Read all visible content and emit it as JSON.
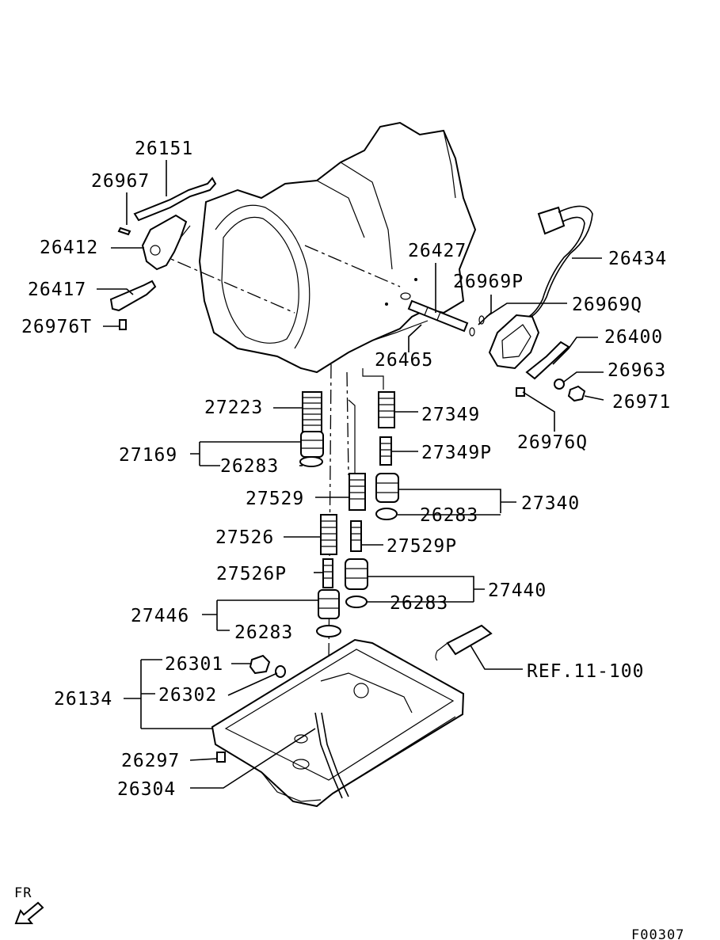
{
  "diagram": {
    "labels": [
      {
        "id": "l26151",
        "text": "26151"
      },
      {
        "id": "l26967",
        "text": "26967"
      },
      {
        "id": "l26412",
        "text": "26412"
      },
      {
        "id": "l26417",
        "text": "26417"
      },
      {
        "id": "l26976T",
        "text": "26976T"
      },
      {
        "id": "l26427",
        "text": "26427"
      },
      {
        "id": "l26434",
        "text": "26434"
      },
      {
        "id": "l26969P",
        "text": "26969P"
      },
      {
        "id": "l26969Q",
        "text": "26969Q"
      },
      {
        "id": "l26400",
        "text": "26400"
      },
      {
        "id": "l26963",
        "text": "26963"
      },
      {
        "id": "l26971",
        "text": "26971"
      },
      {
        "id": "l26976Q",
        "text": "26976Q"
      },
      {
        "id": "l26465",
        "text": "26465"
      },
      {
        "id": "l27223",
        "text": "27223"
      },
      {
        "id": "l27169",
        "text": "27169"
      },
      {
        "id": "l26283a",
        "text": "26283"
      },
      {
        "id": "l27349",
        "text": "27349"
      },
      {
        "id": "l27349P",
        "text": "27349P"
      },
      {
        "id": "l27529",
        "text": "27529"
      },
      {
        "id": "l27340",
        "text": "27340"
      },
      {
        "id": "l26283b",
        "text": "26283"
      },
      {
        "id": "l27526",
        "text": "27526"
      },
      {
        "id": "l27529P",
        "text": "27529P"
      },
      {
        "id": "l27526P",
        "text": "27526P"
      },
      {
        "id": "l27440",
        "text": "27440"
      },
      {
        "id": "l26283c",
        "text": "26283"
      },
      {
        "id": "l27446",
        "text": "27446"
      },
      {
        "id": "l26283d",
        "text": "26283"
      },
      {
        "id": "l26301",
        "text": "26301"
      },
      {
        "id": "l26302",
        "text": "26302"
      },
      {
        "id": "l26134",
        "text": "26134"
      },
      {
        "id": "lREF",
        "text": "REF.11-100"
      },
      {
        "id": "l26297",
        "text": "26297"
      },
      {
        "id": "l26304",
        "text": "26304"
      }
    ],
    "front_indicator": "FR",
    "figure_code": "F00307"
  }
}
